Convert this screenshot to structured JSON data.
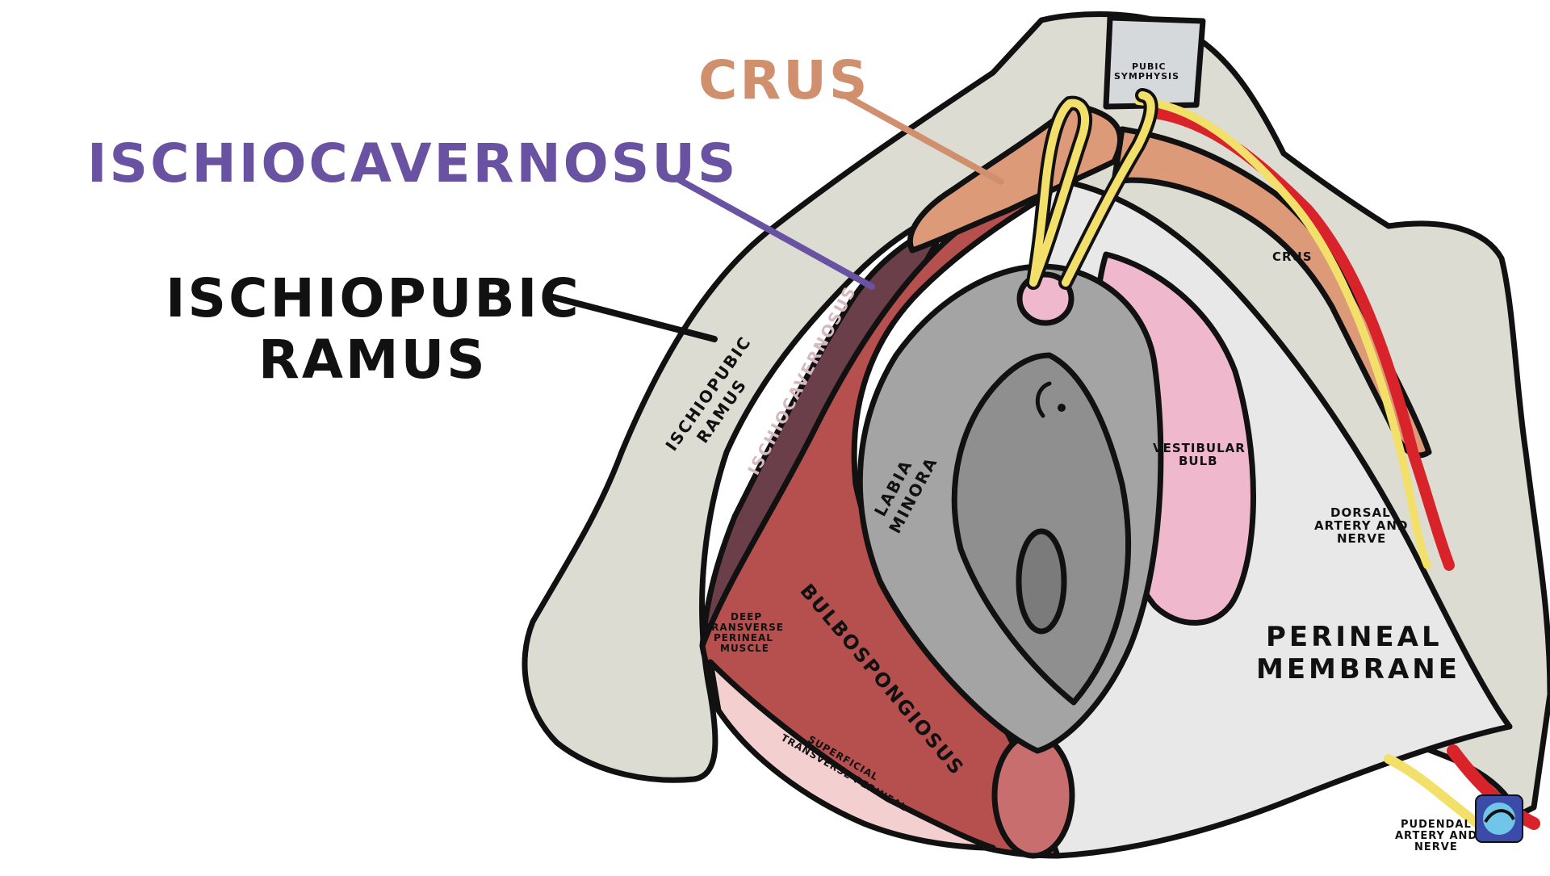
{
  "diagram": {
    "callouts": {
      "crus": "CRUS",
      "ischiocavernosus": "ISCHIOCAVERNOSUS",
      "ischiopubic_ramus_line1": "ISCHIOPUBIC",
      "ischiopubic_ramus_line2": "RAMUS"
    },
    "labels": {
      "pubic_symphysis_line1": "PUBIC",
      "pubic_symphysis_line2": "SYMPHYSIS",
      "crus": "CRUS",
      "ischiopubic_ramus_line1": "ISCHIOPUBIC",
      "ischiopubic_ramus_line2": "RAMUS",
      "ischiocavernosus": "ISCHIOCAVERNOSUS",
      "labia_minora_line1": "LABIA",
      "labia_minora_line2": "MINORA",
      "vestibular_bulb_line1": "VESTIBULAR",
      "vestibular_bulb_line2": "BULB",
      "dorsal_artery_line1": "DORSAL",
      "dorsal_artery_line2": "ARTERY AND",
      "dorsal_artery_line3": "NERVE",
      "perineal_membrane_line1": "PERINEAL",
      "perineal_membrane_line2": "MEMBRANE",
      "bulbospongiosus": "BULBOSPONGIOSUS",
      "deep_transverse_line1": "DEEP",
      "deep_transverse_line2": "TRANSVERSE",
      "deep_transverse_line3": "PERINEAL",
      "deep_transverse_line4": "MUSCLE",
      "superficial_transverse_line1": "SUPERFICIAL",
      "superficial_transverse_line2": "TRANSVERSE PERINEAL",
      "pudendal_line1": "PUDENDAL",
      "pudendal_line2": "ARTERY AND",
      "pudendal_line3": "NERVE"
    },
    "colors": {
      "bone": "#dcdcd3",
      "membrane": "#e8e8e8",
      "muscle": "#b5504f",
      "ischiocavernosus": "#6b3f4a",
      "crus": "#dd9a78",
      "labia": "#a4a4a4",
      "vestibular_bulb": "#efb8cc",
      "nerve": "#f2e06b",
      "artery": "#d8232a",
      "symphysis": "#d6d9dc",
      "crus_callout": "#d08f6d",
      "ischiocavernosus_callout": "#6a52a3",
      "ramus_callout": "#111111"
    }
  }
}
